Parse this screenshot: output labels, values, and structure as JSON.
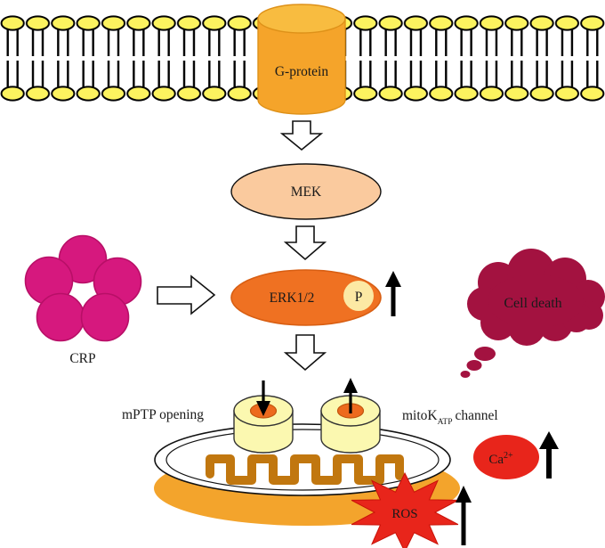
{
  "labels": {
    "g_protein": "G-protein",
    "mek": "MEK",
    "erk": "ERK1/2",
    "phosphate": "P",
    "crp": "CRP",
    "cell_death": "Cell death",
    "mptp": "mPTP opening",
    "mito_k_prefix": "mitoK",
    "mito_k_sub": "ATP",
    "mito_k_suffix": "channel",
    "ca_base": "Ca",
    "ca_sup": "2+",
    "ros": "ROS"
  },
  "colors": {
    "lipid_head": "#FCF35F",
    "g_protein_body": "#F5A42A",
    "g_protein_top": "#F8BC40",
    "mek_fill": "#FACA9E",
    "erk_fill": "#EF7122",
    "erk_edge": "#D85E12",
    "p_circle": "#FCE9A4",
    "crp_fill": "#D6187E",
    "crp_edge": "#B80F67",
    "cloud_fill": "#A31240",
    "mito_outer": "#F3A42C",
    "cristae": "#C1770F",
    "channel_fill": "#FBF8B0",
    "channel_pore": "#ED6A1E",
    "pore_edge": "#C2570F",
    "red": "#E8251B",
    "cream_text": "#F9E6C0",
    "outline": "#111111"
  }
}
